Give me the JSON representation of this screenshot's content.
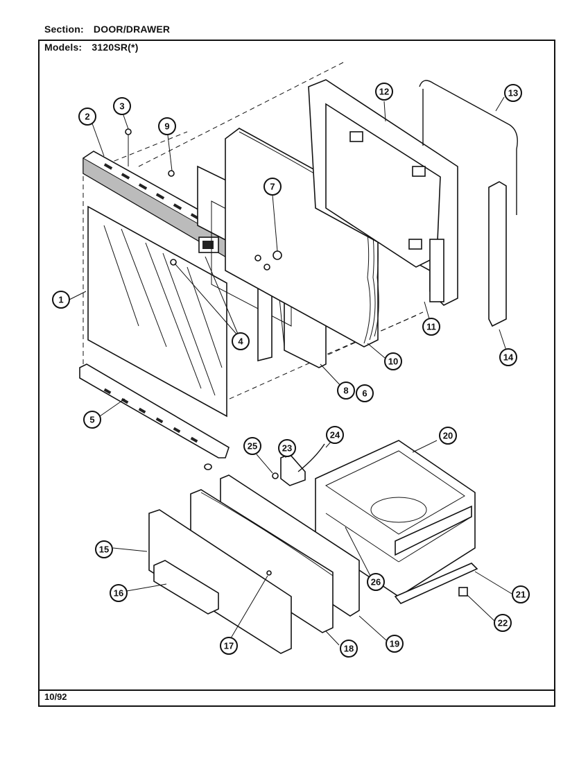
{
  "header": {
    "section_label": "Section:",
    "section_value": "DOOR/DRAWER",
    "models_label": "Models:",
    "models_value": "3120SR(*)"
  },
  "footer": {
    "date": "10/92"
  },
  "callouts": [
    "1",
    "2",
    "3",
    "4",
    "5",
    "6",
    "7",
    "8",
    "9",
    "10",
    "11",
    "12",
    "13",
    "14",
    "15",
    "16",
    "17",
    "18",
    "19",
    "20",
    "21",
    "22",
    "23",
    "24",
    "25",
    "26"
  ]
}
